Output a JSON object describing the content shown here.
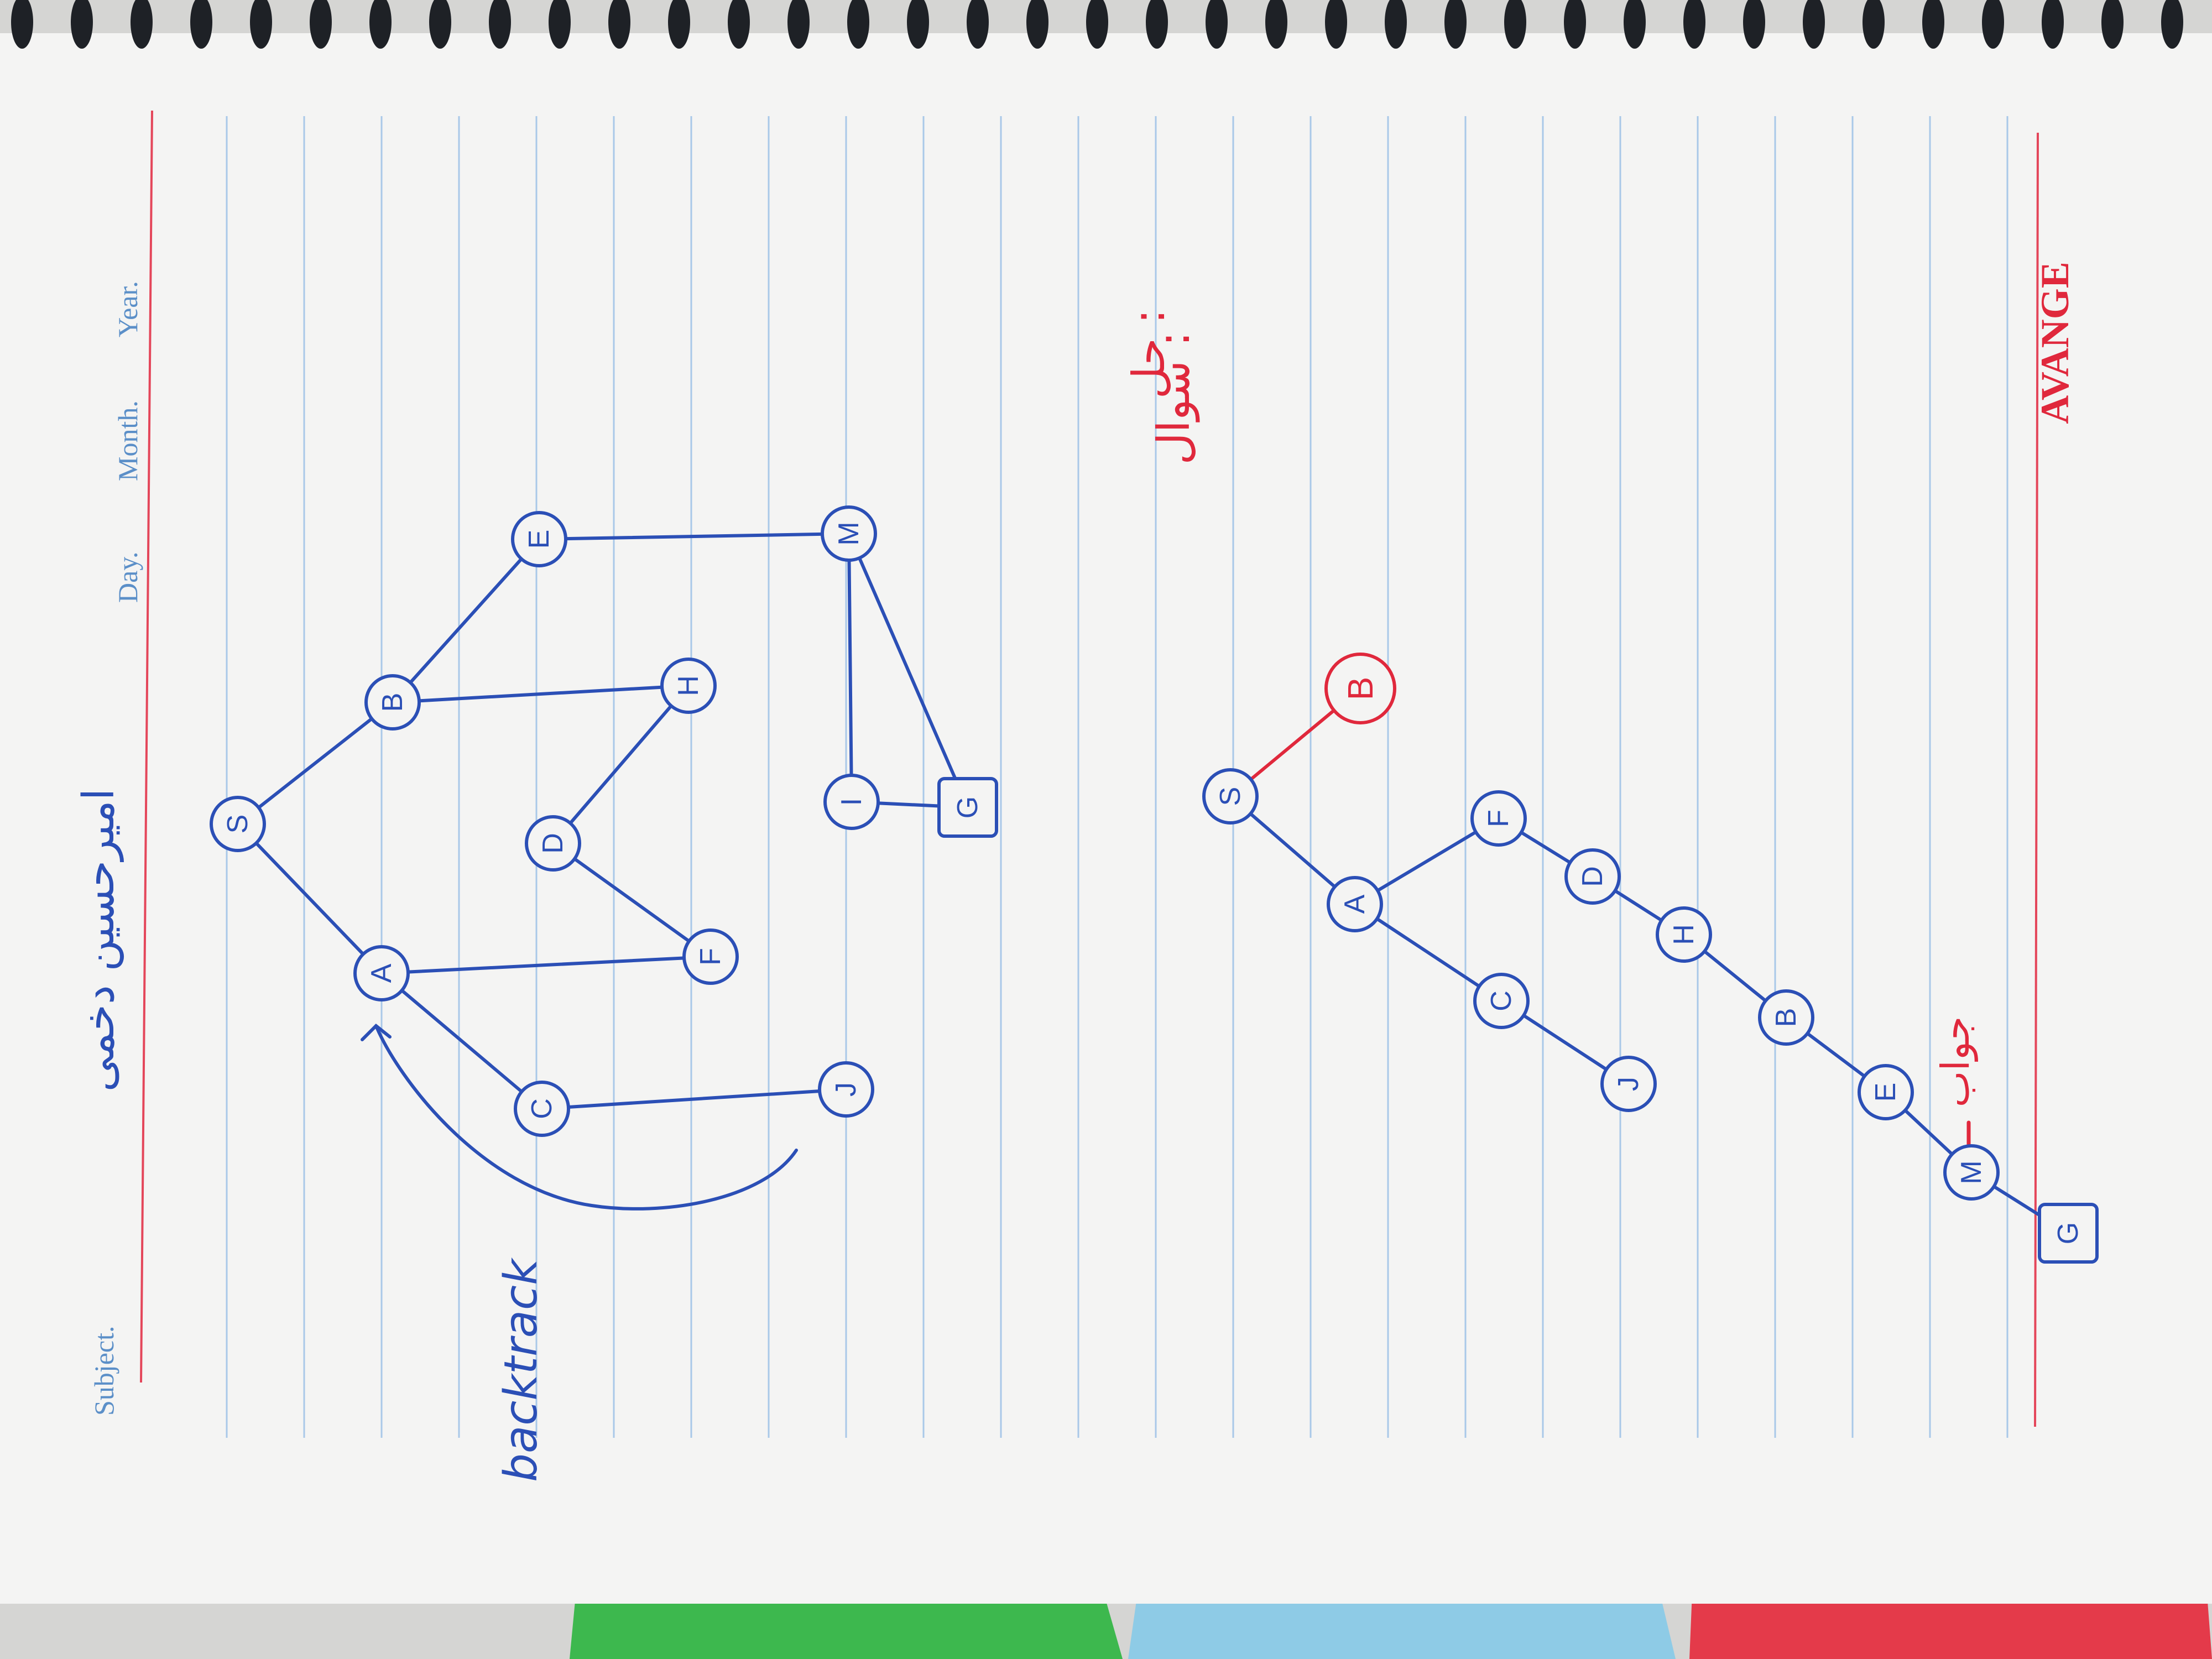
{
  "notebook": {
    "header": {
      "subject_label": "Subject.",
      "day_label": "Day.",
      "month_label": "Month.",
      "year_label": "Year."
    },
    "author_name": "امیرحسین دخمی",
    "brand": "AVANGE",
    "colors": {
      "paper": "#f4f4f3",
      "ruled_line": "#a9c8e8",
      "margin_line": "#e4465a",
      "blue_ink": "#2b4fb6",
      "red_ink": "#e0283c",
      "header_text": "#5b8fc8"
    }
  },
  "graph": {
    "nodes": [
      {
        "id": "S",
        "label": "S",
        "shape": "circle"
      },
      {
        "id": "A",
        "label": "A",
        "shape": "circle"
      },
      {
        "id": "B",
        "label": "B",
        "shape": "circle"
      },
      {
        "id": "E",
        "label": "E",
        "shape": "circle"
      },
      {
        "id": "D",
        "label": "D",
        "shape": "circle"
      },
      {
        "id": "H",
        "label": "H",
        "shape": "circle"
      },
      {
        "id": "F",
        "label": "F",
        "shape": "circle"
      },
      {
        "id": "C",
        "label": "C",
        "shape": "circle"
      },
      {
        "id": "J",
        "label": "J",
        "shape": "circle"
      },
      {
        "id": "M",
        "label": "M",
        "shape": "circle"
      },
      {
        "id": "I",
        "label": "I",
        "shape": "circle"
      },
      {
        "id": "G",
        "label": "G",
        "shape": "square"
      }
    ],
    "edges": [
      [
        "S",
        "A"
      ],
      [
        "S",
        "B"
      ],
      [
        "B",
        "E"
      ],
      [
        "B",
        "H"
      ],
      [
        "A",
        "F"
      ],
      [
        "A",
        "C"
      ],
      [
        "C",
        "J"
      ],
      [
        "D",
        "F"
      ],
      [
        "D",
        "H"
      ],
      [
        "E",
        "M"
      ],
      [
        "M",
        "I"
      ],
      [
        "M",
        "G"
      ],
      [
        "I",
        "G"
      ]
    ],
    "annotation": "backtrack"
  },
  "notes": {
    "question_label": "سوال :",
    "answer_label": "حل :",
    "result_label": "جواب"
  },
  "solution_tree": {
    "nodes": [
      {
        "id": "S",
        "label": "S",
        "shape": "circle",
        "ink": "blue"
      },
      {
        "id": "B_red",
        "label": "B",
        "shape": "circle",
        "ink": "red"
      },
      {
        "id": "A",
        "label": "A",
        "shape": "circle",
        "ink": "blue"
      },
      {
        "id": "F",
        "label": "F",
        "shape": "circle",
        "ink": "blue"
      },
      {
        "id": "D",
        "label": "D",
        "shape": "circle",
        "ink": "blue"
      },
      {
        "id": "H",
        "label": "H",
        "shape": "circle",
        "ink": "blue"
      },
      {
        "id": "B",
        "label": "B",
        "shape": "circle",
        "ink": "blue"
      },
      {
        "id": "E",
        "label": "E",
        "shape": "circle",
        "ink": "blue"
      },
      {
        "id": "M",
        "label": "M",
        "shape": "circle",
        "ink": "blue"
      },
      {
        "id": "G",
        "label": "G",
        "shape": "square",
        "ink": "blue"
      },
      {
        "id": "C",
        "label": "C",
        "shape": "circle",
        "ink": "blue"
      },
      {
        "id": "J",
        "label": "J",
        "shape": "circle",
        "ink": "blue"
      }
    ],
    "edges": [
      {
        "from": "S",
        "to": "B_red",
        "ink": "red"
      },
      {
        "from": "S",
        "to": "A",
        "ink": "blue"
      },
      {
        "from": "A",
        "to": "F",
        "ink": "blue"
      },
      {
        "from": "F",
        "to": "D",
        "ink": "blue"
      },
      {
        "from": "D",
        "to": "H",
        "ink": "blue"
      },
      {
        "from": "H",
        "to": "B",
        "ink": "blue"
      },
      {
        "from": "B",
        "to": "E",
        "ink": "blue"
      },
      {
        "from": "E",
        "to": "M",
        "ink": "blue"
      },
      {
        "from": "M",
        "to": "G",
        "ink": "blue"
      },
      {
        "from": "A",
        "to": "C",
        "ink": "blue"
      },
      {
        "from": "C",
        "to": "J",
        "ink": "blue"
      }
    ]
  },
  "dividers": {
    "tab_colors": [
      "#3db84e",
      "#8ecbe6",
      "#e43a4a"
    ]
  }
}
